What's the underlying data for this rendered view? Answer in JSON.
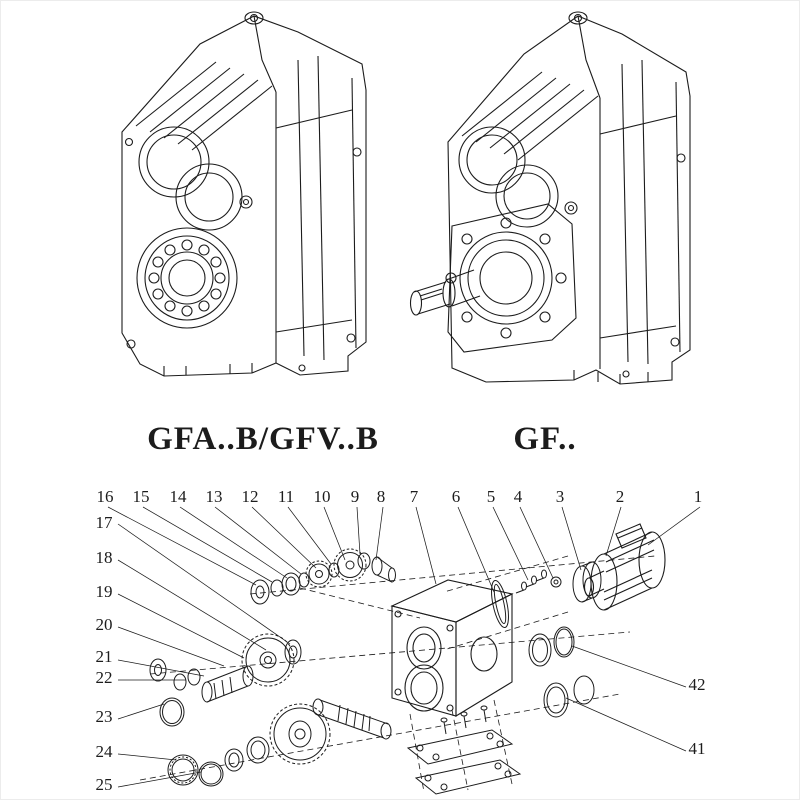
{
  "models": {
    "left_label": "GFA..B/GFV..B",
    "right_label": "GF.."
  },
  "exploded": {
    "callouts": {
      "top": [
        "16",
        "15",
        "14",
        "13",
        "12",
        "11",
        "10",
        "9",
        "8",
        "7",
        "6",
        "5",
        "4",
        "3",
        "2",
        "1"
      ],
      "left": [
        "17",
        "18",
        "19",
        "20",
        "21",
        "22",
        "23",
        "24",
        "25"
      ],
      "right": [
        "42",
        "41"
      ]
    }
  },
  "colors": {
    "ink": "#1c1c1c",
    "background": "#ffffff"
  }
}
